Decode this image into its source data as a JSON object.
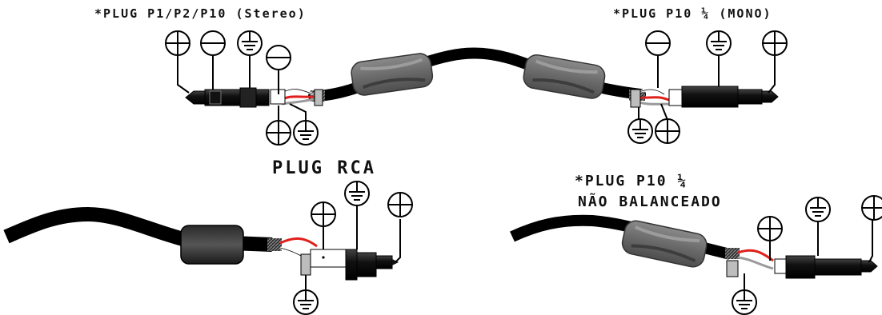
{
  "labels": {
    "stereo_plug": "*PLUG P1/P2/P10 (Stereo)",
    "mono_plug": "*PLUG P10 ¼ (MONO)",
    "rca_plug": "PLUG RCA",
    "unbalanced_line1": "*PLUG P10 ¼",
    "unbalanced_line2": "NÃO BALANCEADO"
  },
  "colors": {
    "cable": "#000000",
    "sleeve": "#6e6e6e",
    "hot_wire": "#e0201c",
    "cold_wire": "#ffffff",
    "ground_wire": "#9a9a9a",
    "plug_body": "#1a1a1a"
  },
  "symbols": {
    "positive": "positive-terminal-icon",
    "negative": "negative-terminal-icon",
    "ground": "ground-icon"
  }
}
